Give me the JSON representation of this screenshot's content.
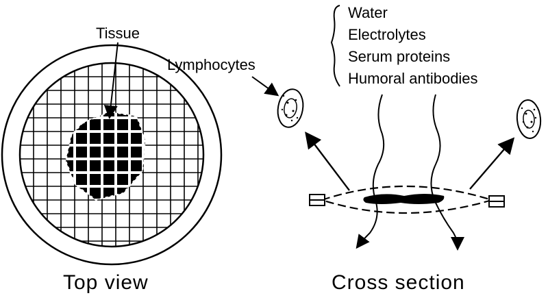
{
  "labels": {
    "tissue": "Tissue",
    "lymphocytes": "Lymphocytes",
    "substances": [
      "Water",
      "Electrolytes",
      "Serum proteins",
      "Humoral antibodies"
    ],
    "top_view": "Top view",
    "cross_section": "Cross section"
  },
  "colors": {
    "ink": "#000000",
    "paper": "#ffffff"
  },
  "icons": [
    "lymphocyte-cell-icon",
    "arrow-icon",
    "clip-icon"
  ]
}
